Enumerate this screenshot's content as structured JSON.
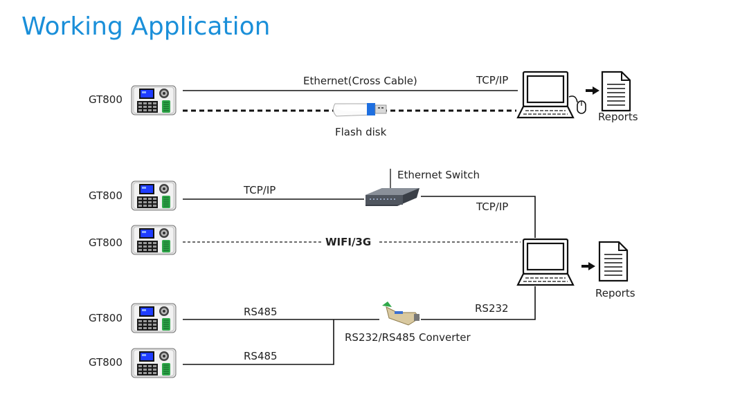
{
  "title": "Working Application",
  "device_label": "GT800",
  "section1": {
    "top_link": "Ethernet(Cross Cable)",
    "protocol": "TCP/IP",
    "storage": "Flash disk",
    "output": "Reports"
  },
  "section2": {
    "switch": "Ethernet Switch",
    "device_to_switch": "TCP/IP",
    "switch_to_pc": "TCP/IP",
    "wireless": "WIFI/3G",
    "rs485_a": "RS485",
    "rs485_b": "RS485",
    "rs232": "RS232",
    "converter": "RS232/RS485 Converter",
    "output": "Reports"
  },
  "colors": {
    "title": "#1a8fd9",
    "device_body": "#d8d8d8",
    "screen": "#1e3cff",
    "fingerprint": "#2fa84a"
  },
  "icons": [
    "terminal-device-icon",
    "computer-icon",
    "mouse-icon",
    "document-icon",
    "arrow-right-icon",
    "usb-flash-icon",
    "network-switch-icon",
    "converter-icon"
  ]
}
